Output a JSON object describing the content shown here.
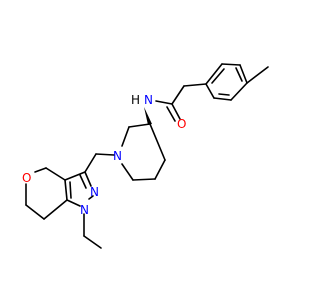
{
  "colors": {
    "background": "#ffffff",
    "bond": "#000000",
    "nitrogen": "#0000ff",
    "oxygen": "#ff0000",
    "hydrogen_on_nitrogen": "#000000"
  },
  "atom_labels": {
    "amide_nh_n": "N",
    "amide_nh_h": "H",
    "carbonyl_o": "O",
    "piperidine_n": "N",
    "pyran_o": "O",
    "pyrazole_n2": "N",
    "pyrazole_n1": "N"
  }
}
